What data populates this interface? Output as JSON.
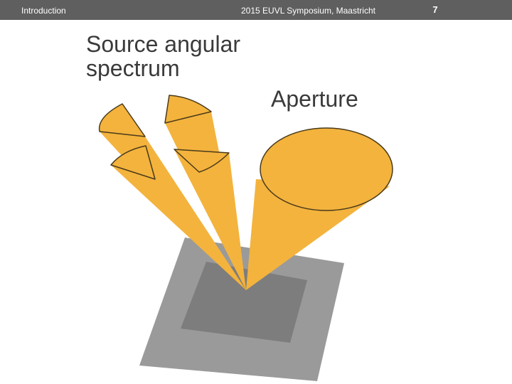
{
  "header": {
    "section": "Introduction",
    "event": "2015 EUVL Symposium, Maastricht",
    "page_number": "7"
  },
  "diagram": {
    "source_label": "Source angular spectrum",
    "aperture_label": "Aperture"
  },
  "colors": {
    "header_bg": "#5f5f5f",
    "cone_fill": "#f3b33d",
    "cone_outline": "#4a3a1a",
    "mask_outer": "#9a9a9a",
    "mask_inner": "#7d7d7d",
    "text": "#3a3a3a"
  }
}
